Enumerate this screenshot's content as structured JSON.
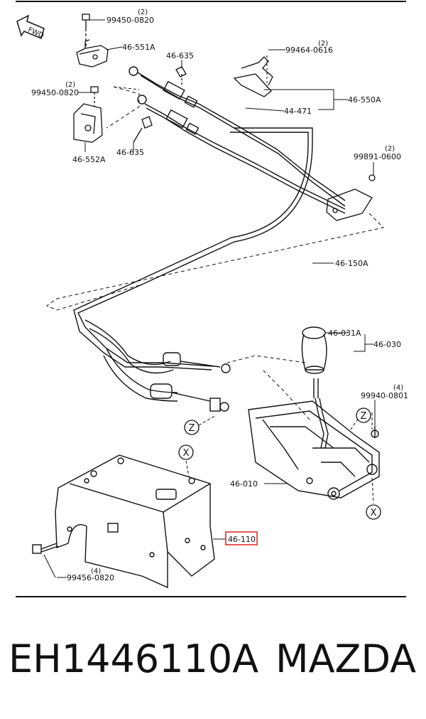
{
  "direction_arrow": "FWD",
  "callouts": {
    "c1_label": "99450-0820",
    "c1_qty": "(2)",
    "c2_label": "46-551A",
    "c3_label": "46-635",
    "c4_label": "99464-0616",
    "c4_qty": "(2)",
    "c5_label": "99450-0820",
    "c5_qty": "(2)",
    "c6_label": "46-550A",
    "c7_label": "44-471",
    "c8_label": "46-552A",
    "c9_label": "46-635",
    "c10_label": "99891-0600",
    "c10_qty": "(2)",
    "c11_label": "46-150A",
    "c12_label": "46-031A",
    "c13_label": "46-030",
    "c14_label": "99940-0801",
    "c14_qty": "(4)",
    "c15_label": "46-010",
    "c16_label": "46-110",
    "c17_label": "99456-0820",
    "c17_qty": "(4)"
  },
  "ref_markers": {
    "z": "Z",
    "x": "X"
  },
  "highlight_color": "#e02020",
  "footer": {
    "part_number": "EH1446110A",
    "brand": "MAZDA"
  }
}
